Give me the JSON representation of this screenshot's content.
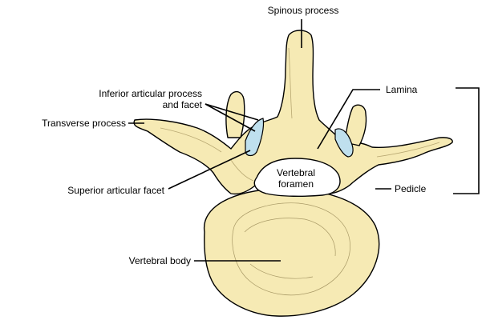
{
  "labels": {
    "spinous_process": "Spinous process",
    "inferior_articular_line1": "Inferior articular process",
    "inferior_articular_line2": "and facet",
    "transverse_process": "Transverse process",
    "superior_articular_facet": "Superior articular facet",
    "vertebral_foramen_line1": "Vertebral",
    "vertebral_foramen_line2": "foramen",
    "lamina": "Lamina",
    "pedicle": "Pedicle",
    "vertebral_body": "Vertebral body"
  },
  "colors": {
    "bone": "#f6eab4",
    "facet": "#bfe0ee",
    "outline": "#000000"
  }
}
